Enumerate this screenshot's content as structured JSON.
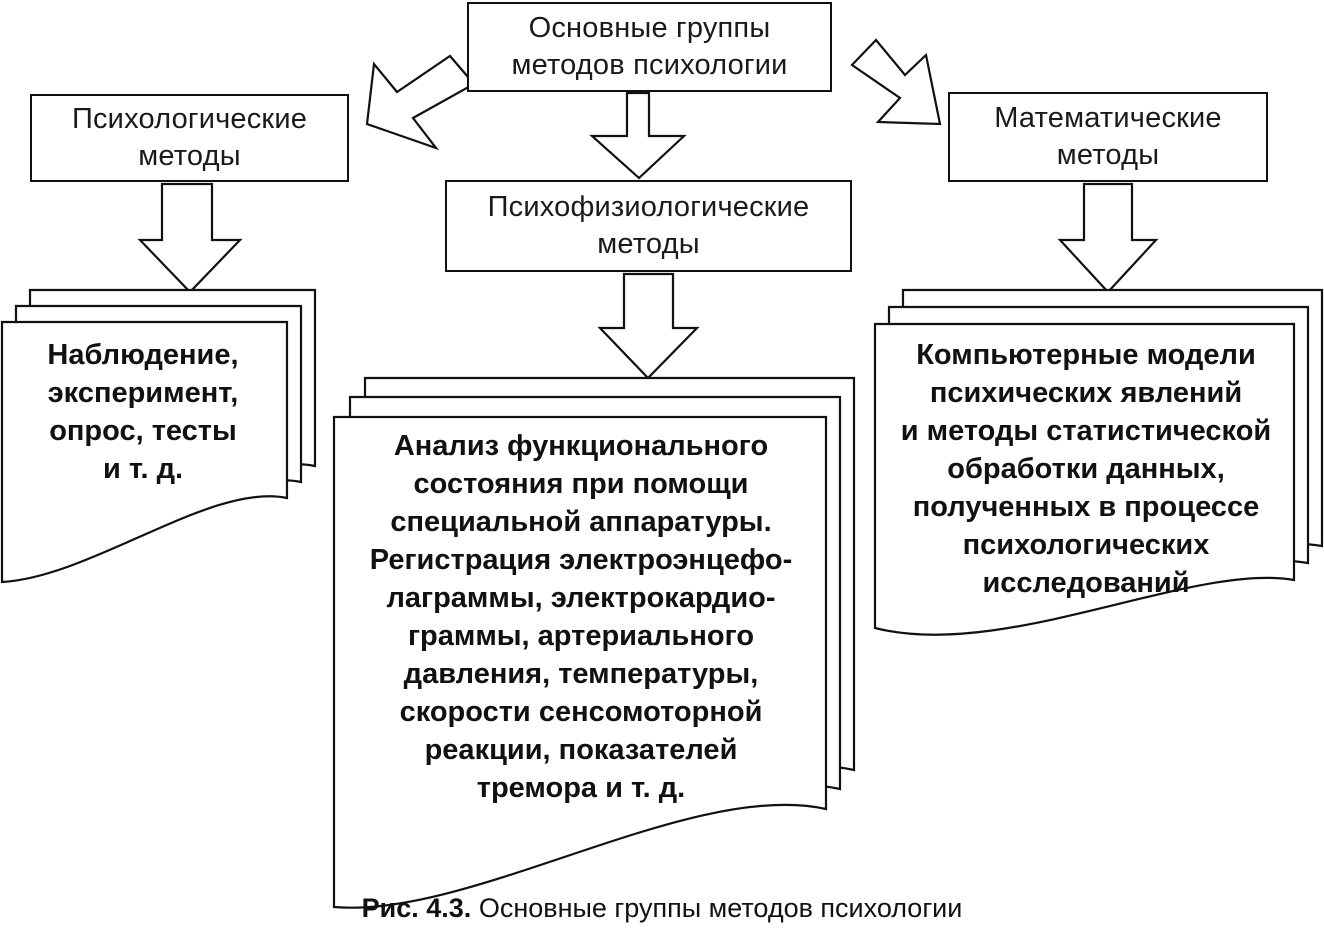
{
  "root": {
    "lines": [
      "Основные группы",
      "методов психологии"
    ]
  },
  "groups": [
    {
      "title_lines": [
        "Психологические",
        "методы"
      ],
      "items_lines": [
        "Наблюдение,",
        "эксперимент,",
        "опрос, тесты",
        "и т. д."
      ]
    },
    {
      "title_lines": [
        "Психофизиологические",
        "методы"
      ],
      "items_lines": [
        "Анализ функционального",
        "состояния при помощи",
        "специальной аппаратуры.",
        "Регистрация электроэнцефо-",
        "лаграммы, электрокардио-",
        "граммы, артериального",
        "давления, температуры,",
        "скорости сенсомоторной",
        "реакции, показателей",
        "тремора и т. д."
      ]
    },
    {
      "title_lines": [
        "Математические",
        "методы"
      ],
      "items_lines": [
        "Компьютерные модели",
        "психических явлений",
        "и методы статистической",
        "обработки данных,",
        "полученных в процессе",
        "психологических",
        "исследований"
      ]
    }
  ],
  "caption": {
    "label": "Рис. 4.3.",
    "text": "Основные группы методов психологии"
  },
  "colors": {
    "stroke": "#111111",
    "fill": "#ffffff",
    "text": "#1a1a1a"
  }
}
